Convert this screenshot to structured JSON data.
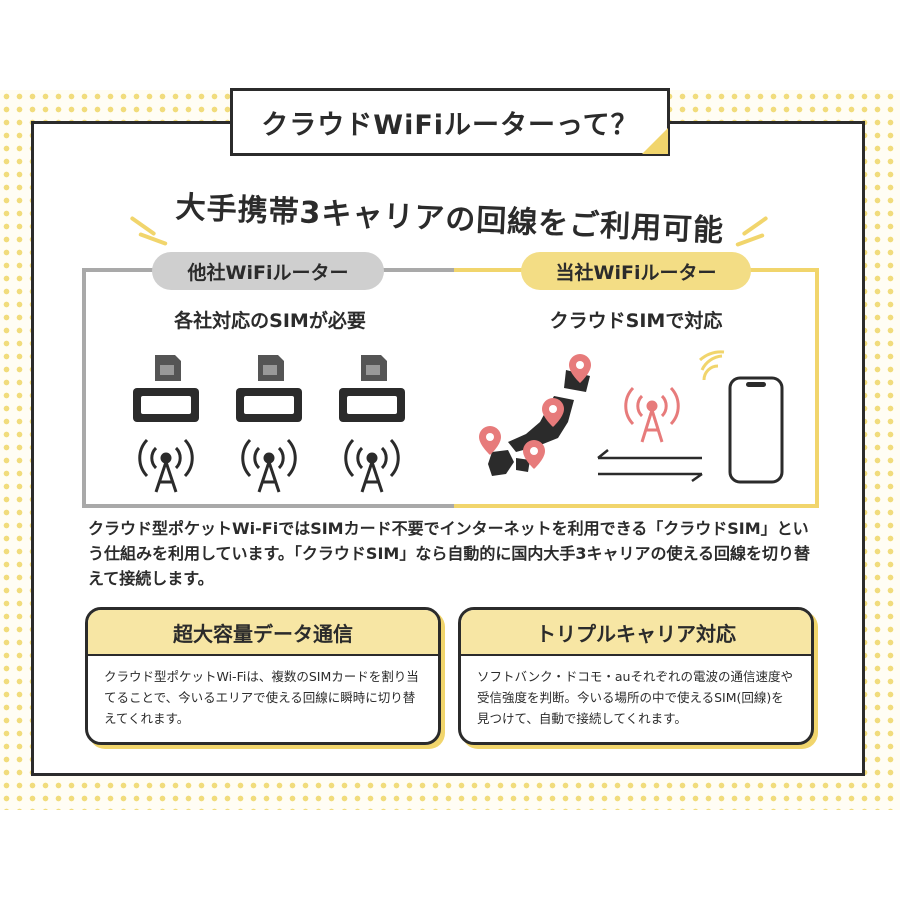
{
  "title": "クラウドWiFiルーターって？",
  "subtitle": "大手携帯3キャリアの回線をご利用可能",
  "comparison": {
    "left": {
      "label": "他社WiFiルーター",
      "caption": "各社対応のSIMが必要"
    },
    "right": {
      "label": "当社WiFiルーター",
      "caption": "クラウドSIMで対応"
    }
  },
  "description": "クラウド型ポケットWi-FiではSIMカード不要でインターネットを利用できる「クラウドSIM」という仕組みを利用しています。「クラウドSIM」なら自動的に国内大手3キャリアの使える回線を切り替えて接続します。",
  "cards": [
    {
      "title": "超大容量データ通信",
      "body": "クラウド型ポケットWi-Fiは、複数のSIMカードを割り当てることで、今いるエリアで使える回線に瞬時に切り替えてくれます。"
    },
    {
      "title": "トリプルキャリア対応",
      "body": "ソフトバンク・ドコモ・auそれぞれの電波の通信速度や受信強度を判断。今いる場所の中で使えるSIM(回線)を見つけて、自動で接続してくれます。"
    }
  ],
  "colors": {
    "accent_yellow": "#f1d56c",
    "card_header": "#f7e6a4",
    "gray": "#a9a9a9",
    "pin_red": "#e77b7b",
    "ink": "#2b2b2b"
  },
  "icons": [
    "sim-card-icon",
    "pocket-router-icon",
    "antenna-tower-icon",
    "japan-map-icon",
    "location-pin-icon",
    "exchange-arrows-icon",
    "smartphone-icon",
    "wifi-signal-icon"
  ]
}
